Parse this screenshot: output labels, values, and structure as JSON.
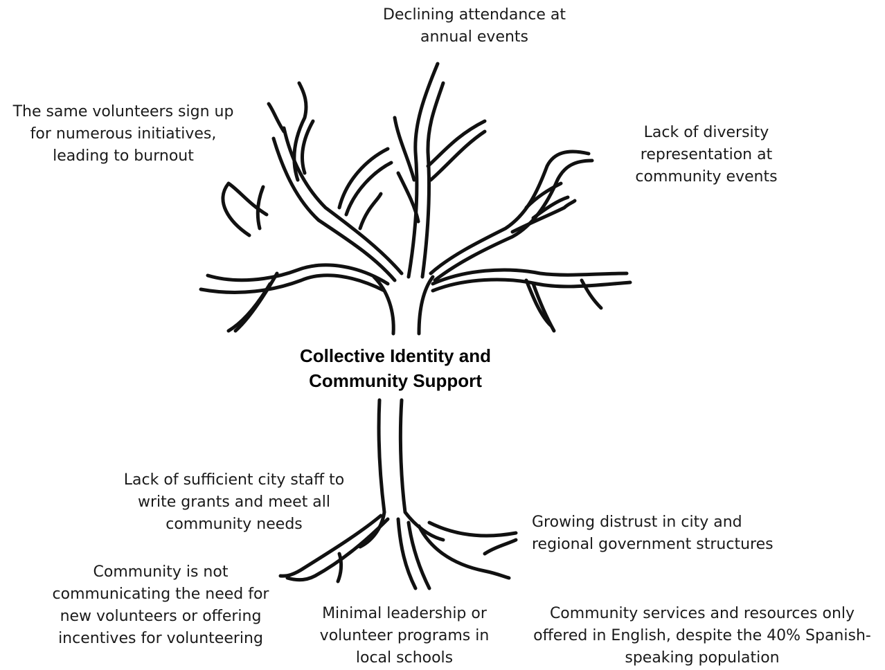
{
  "center": {
    "title_line1": "Collective Identity and",
    "title_line2": "Community Support"
  },
  "branches": {
    "top": {
      "line1": "Declining attendance at",
      "line2": "annual events"
    },
    "left": {
      "line1": "The same volunteers sign up",
      "line2": "for numerous initiatives,",
      "line3": "leading to burnout"
    },
    "right": {
      "line1": "Lack of diversity",
      "line2": "representation at",
      "line3": "community events"
    }
  },
  "roots": {
    "staff": {
      "line1": "Lack of sufficient city staff to",
      "line2": "write grants and meet all",
      "line3": "community needs"
    },
    "distrust": {
      "line1": "Growing distrust in city and",
      "line2": "regional government structures"
    },
    "communication": {
      "line1": "Community is not",
      "line2": "communicating the need for",
      "line3": "new volunteers or offering",
      "line4": "incentives for volunteering"
    },
    "schools": {
      "line1": "Minimal leadership or",
      "line2": "volunteer programs in",
      "line3": "local schools"
    },
    "language": {
      "line1": "Community services and resources only",
      "line2": "offered in English, despite the 40% Spanish-",
      "line3": "speaking population"
    }
  },
  "colors": {
    "outline": "#111111",
    "fill": "#ffffff"
  }
}
